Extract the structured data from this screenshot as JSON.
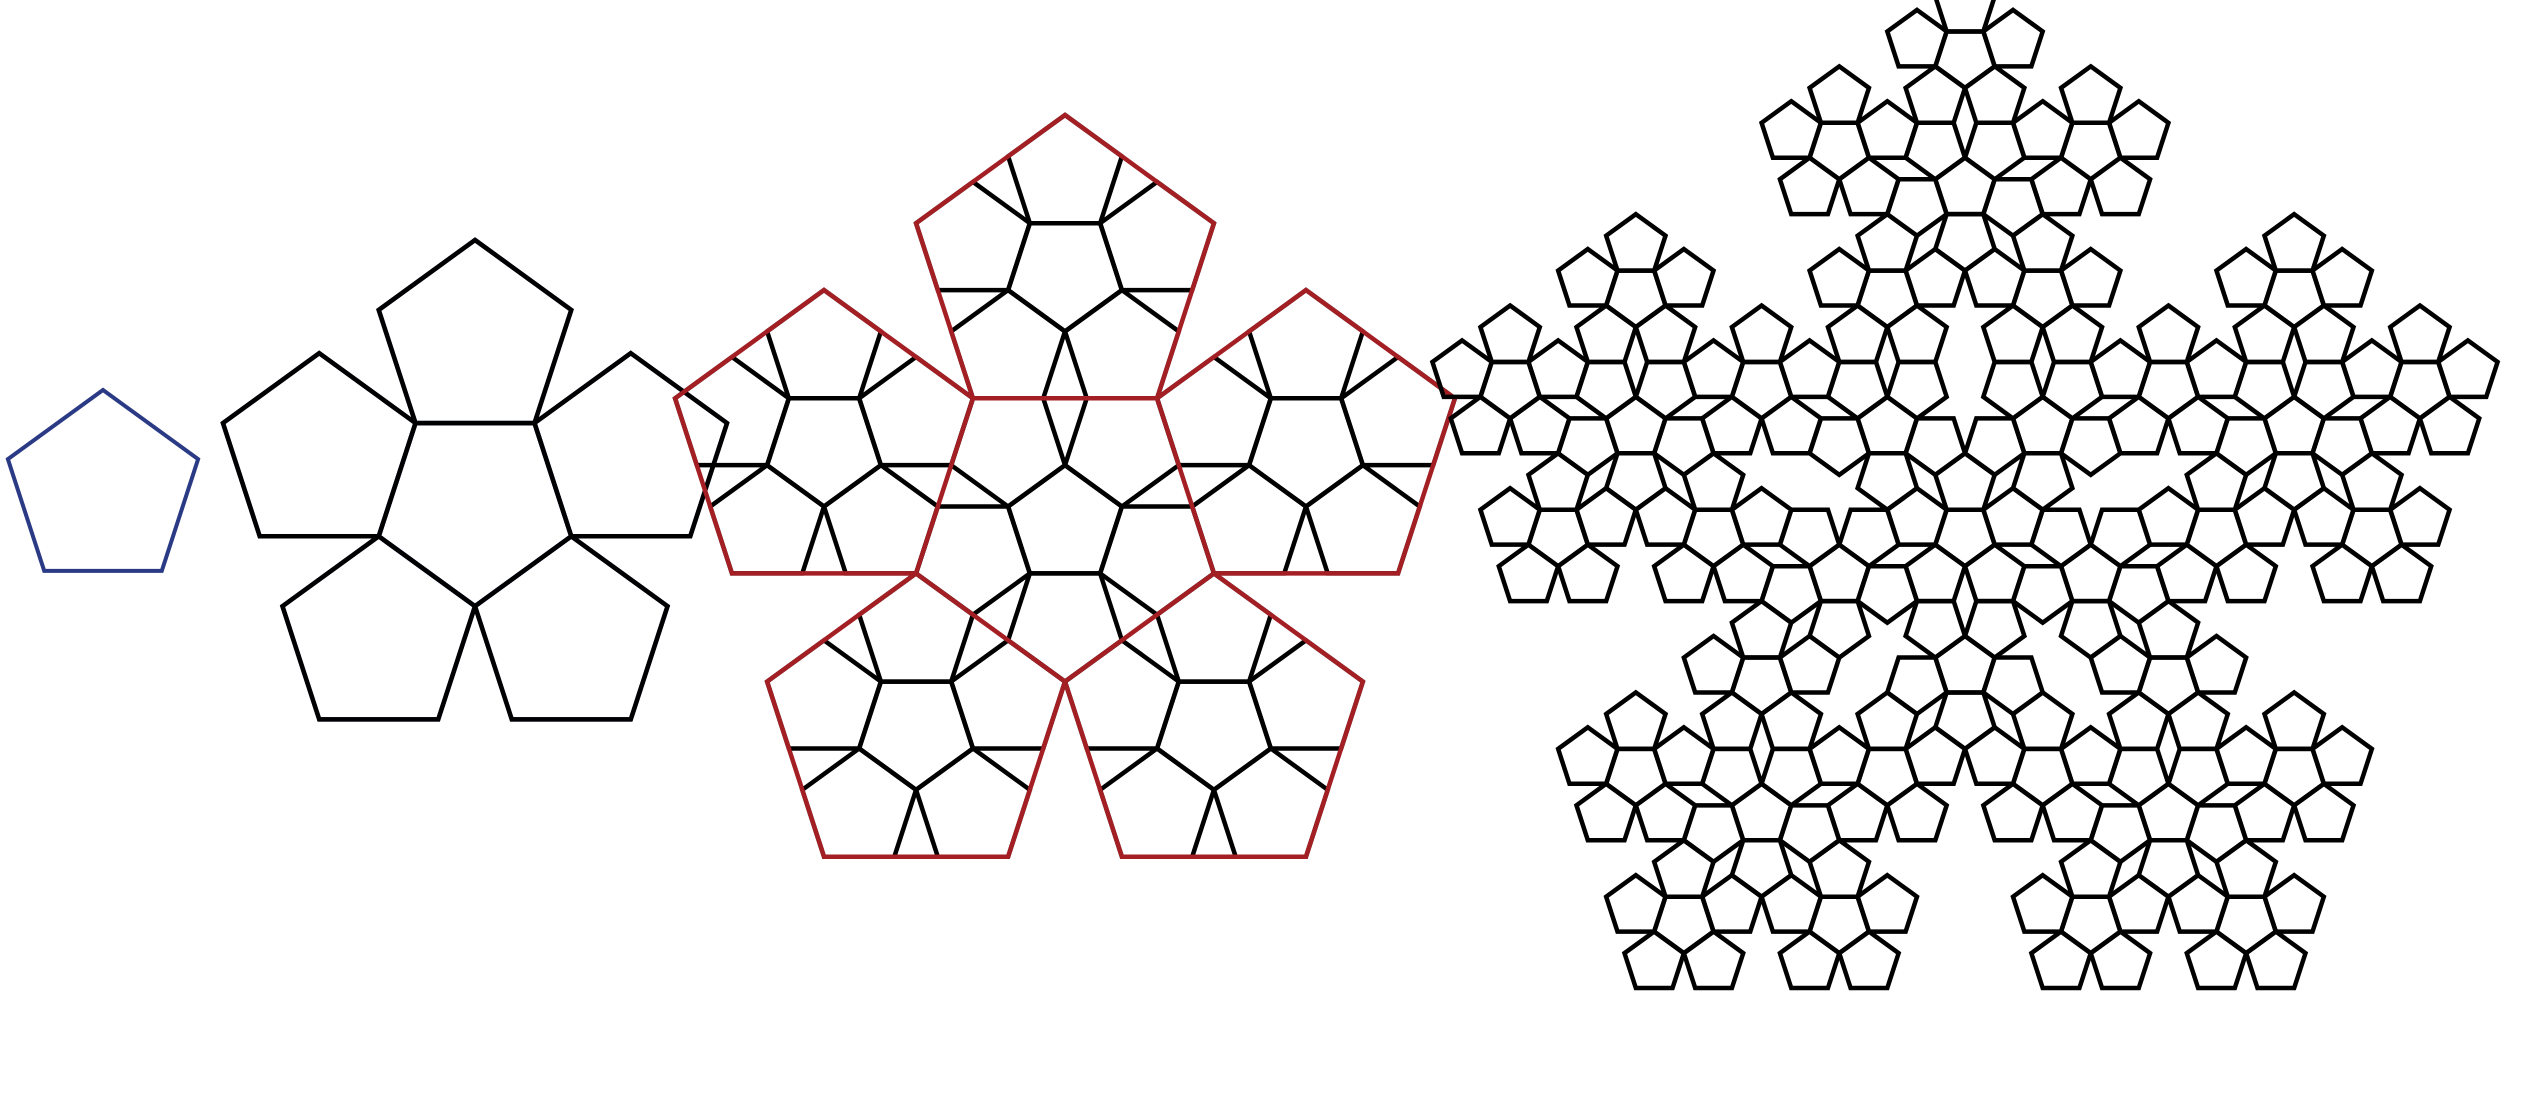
{
  "figure": {
    "stages": [
      {
        "id": "stage-0",
        "depth": 0,
        "outline_color": "#2b3a84",
        "inner_color": "#000000"
      },
      {
        "id": "stage-1",
        "depth": 1,
        "outline_color": "#000000",
        "inner_color": "#2b3a84"
      },
      {
        "id": "stage-2",
        "depth": 2,
        "outline_color": "#a31f24",
        "inner_color": "#000000"
      },
      {
        "id": "stage-3",
        "depth": 3,
        "outline_color": "#000000",
        "inner_color": "#000000"
      }
    ],
    "background_color": "#ffffff"
  }
}
